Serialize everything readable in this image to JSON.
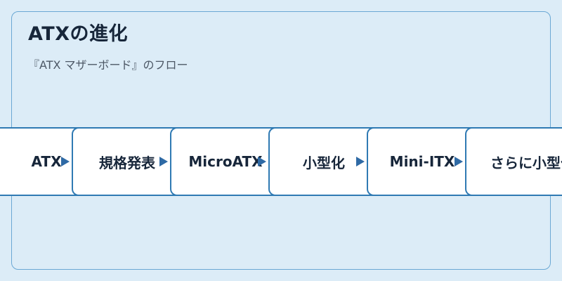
{
  "diagram": {
    "title": "ATXの進化",
    "subtitle": "『ATX マザーボード』のフロー",
    "nodes": [
      {
        "label": "ATX"
      },
      {
        "label": "規格発表"
      },
      {
        "label": "MicroATX"
      },
      {
        "label": "小型化"
      },
      {
        "label": "Mini-ITX"
      },
      {
        "label": "さらに小型化"
      }
    ]
  },
  "colors": {
    "background": "#dcecf7",
    "frame_border": "#6aa8d4",
    "node_border": "#2f7ab3",
    "node_fill": "#ffffff",
    "arrow": "#2f6aa5",
    "text": "#17263a"
  }
}
